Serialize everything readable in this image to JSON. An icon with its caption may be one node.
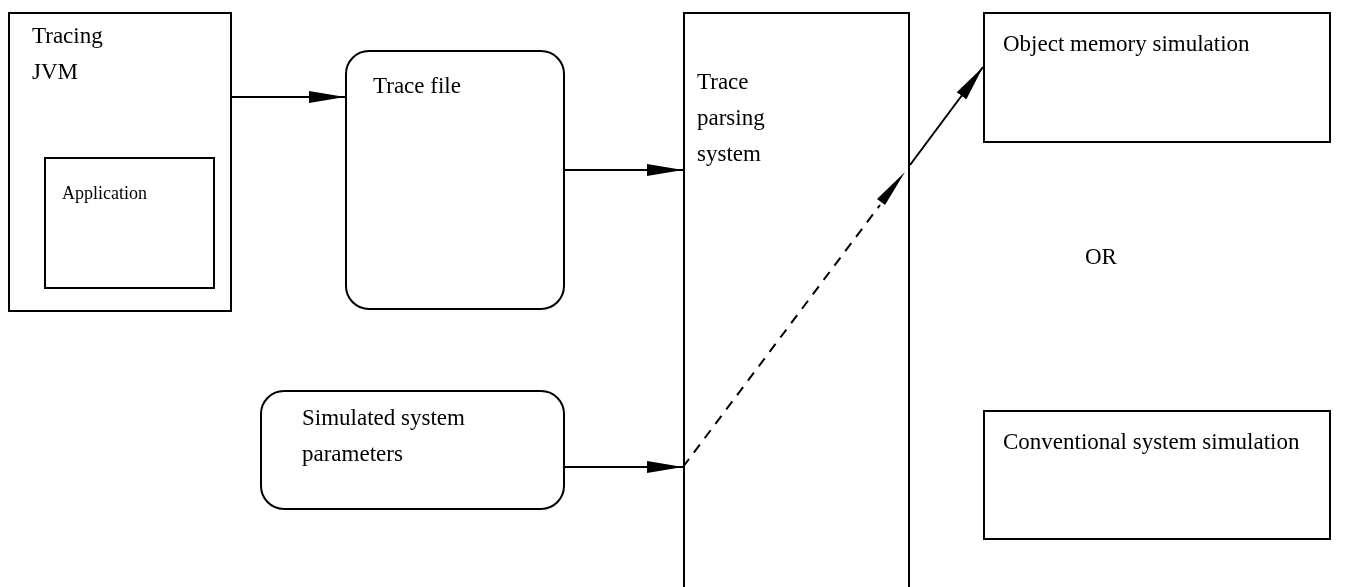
{
  "diagram": {
    "nodes": [
      {
        "text": [
          "Tracing JVM"
        ]
      },
      {
        "text": [
          "Application"
        ],
        "in": 0
      },
      {
        "text": [
          "Trace file"
        ]
      },
      {
        "text": [
          "Simulated system parameters"
        ]
      },
      {
        "text": [
          "Trace parsing system"
        ]
      },
      {
        "text": [
          "Object memory simulation"
        ]
      },
      {
        "text": [
          "Conventional system simulation"
        ]
      }
    ],
    "edges": [
      {
        "from": 0,
        "to": 2,
        "arrow": "to"
      },
      {
        "from": 2,
        "to": 4,
        "arrow": "to"
      },
      {
        "from": 3,
        "to": 4,
        "arrow": "to"
      },
      {
        "from": 4,
        "to": 5,
        "arrow": "to"
      }
    ],
    "labels": [
      "OR"
    ]
  }
}
